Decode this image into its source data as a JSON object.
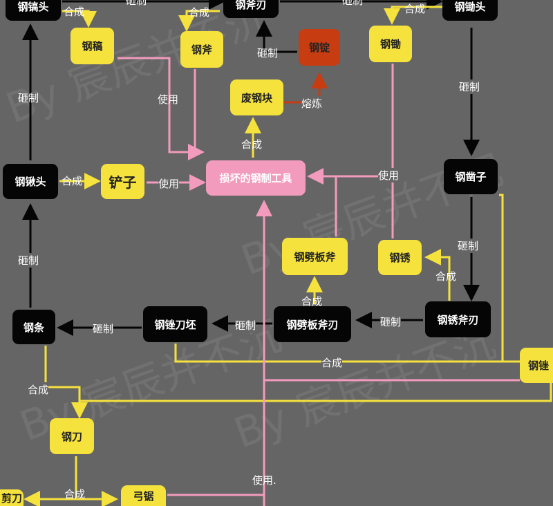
{
  "watermark": "By 宸辰并不沉",
  "nodes": {
    "gaotou": "钢镐头",
    "fuiren": "钢斧刃",
    "chutou": "钢锄头",
    "gao": "钢稿",
    "fu": "钢斧",
    "ding": "钢锭",
    "chu": "钢锄",
    "feigang": "废钢块",
    "qiaotou": "钢锹头",
    "chanzi": "铲子",
    "broken": "损坏的钢制工具",
    "zaozi": "钢凿子",
    "pibanfu": "钢劈板斧",
    "xiu": "钢锈",
    "tiao": "钢条",
    "cuodaopi": "钢锉刀坯",
    "pibanfuren": "钢劈板斧刃",
    "xiufuren": "钢锈斧刃",
    "cuo": "钢锉",
    "dao": "钢刀",
    "jiandao": "剪刀",
    "gongju": "弓锯"
  },
  "labels": {
    "make": "砸制",
    "craft": "合成",
    "use": "使用",
    "smelt": "熔炼",
    "use_dot": "使用."
  },
  "colors": {
    "black": "#050505",
    "yellow": "#f6e23d",
    "pink": "#f39bbd",
    "orange": "#c83c12"
  }
}
